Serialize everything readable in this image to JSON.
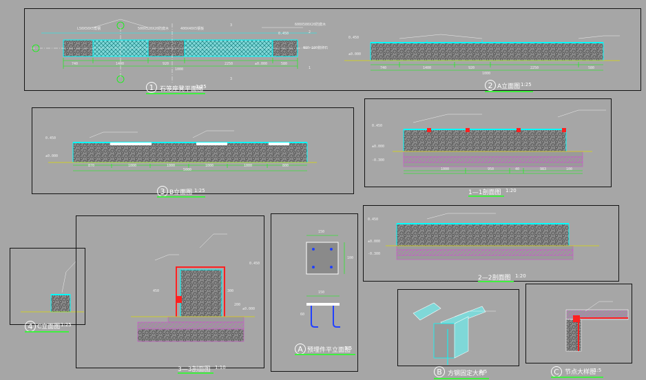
{
  "titles": {
    "plan": {
      "num": "1",
      "text": "石笼座凳平面图",
      "scale": "1:25"
    },
    "elev_a": {
      "num": "2",
      "text": "A立面图",
      "scale": "1:25"
    },
    "elev_b": {
      "num": "3",
      "text": "B立面图",
      "scale": "1:25"
    },
    "sect_1": {
      "text": "1—1剖面图",
      "scale": "1:20"
    },
    "sect_2": {
      "text": "2—2剖面图",
      "scale": "1:20"
    },
    "sect_3": {
      "text": "3—3剖面图",
      "scale": "1:10"
    },
    "elev_c": {
      "num": "4",
      "text": "C立面图",
      "scale": "1:25"
    },
    "detail_a": {
      "num": "A",
      "text": "预埋件平立面图",
      "scale": "1:5"
    },
    "detail_b": {
      "num": "B",
      "text": "方钢固定大样",
      "scale": "1:5"
    },
    "detail_c": {
      "num": "C",
      "text": "节点大样图",
      "scale": "1:5"
    }
  },
  "plan": {
    "dims": [
      "740",
      "1400",
      "920",
      "2250",
      "580"
    ],
    "total": "1000",
    "level": "±0.000",
    "level2": "0.450",
    "markers": [
      "3",
      "2",
      "1"
    ],
    "note_1": "L50X50X5角钢",
    "note_2": "500X520X20防腐木",
    "note_3": "400X40X5钢板",
    "note_4": "600X500X20防腐木",
    "note_5": "Φ80~100鹅卵石"
  },
  "elev_a": {
    "dims": [
      "740",
      "1400",
      "920",
      "2250",
      "580"
    ],
    "total": "1000",
    "level": "±0.000",
    "level2": "0.450"
  },
  "elev_b": {
    "dims": [
      "870",
      "1000",
      "1000",
      "1000",
      "1000",
      "800"
    ],
    "total": "5000",
    "level": "±0.000",
    "level2": "0.450"
  },
  "sect_1": {
    "dims": [
      "1000",
      "950",
      "40",
      "983",
      "100"
    ],
    "levels": [
      "0.450",
      "±0.000",
      "-0.300"
    ]
  },
  "sect_2": {
    "levels": [
      "0.450",
      "±0.000",
      "-0.300"
    ]
  },
  "sect_3": {
    "dims": [
      "450",
      "300",
      "200"
    ],
    "level": "0.450",
    "level2": "±0.000"
  },
  "detail_a": {
    "dims": [
      "150",
      "100",
      "150",
      "60"
    ]
  }
}
